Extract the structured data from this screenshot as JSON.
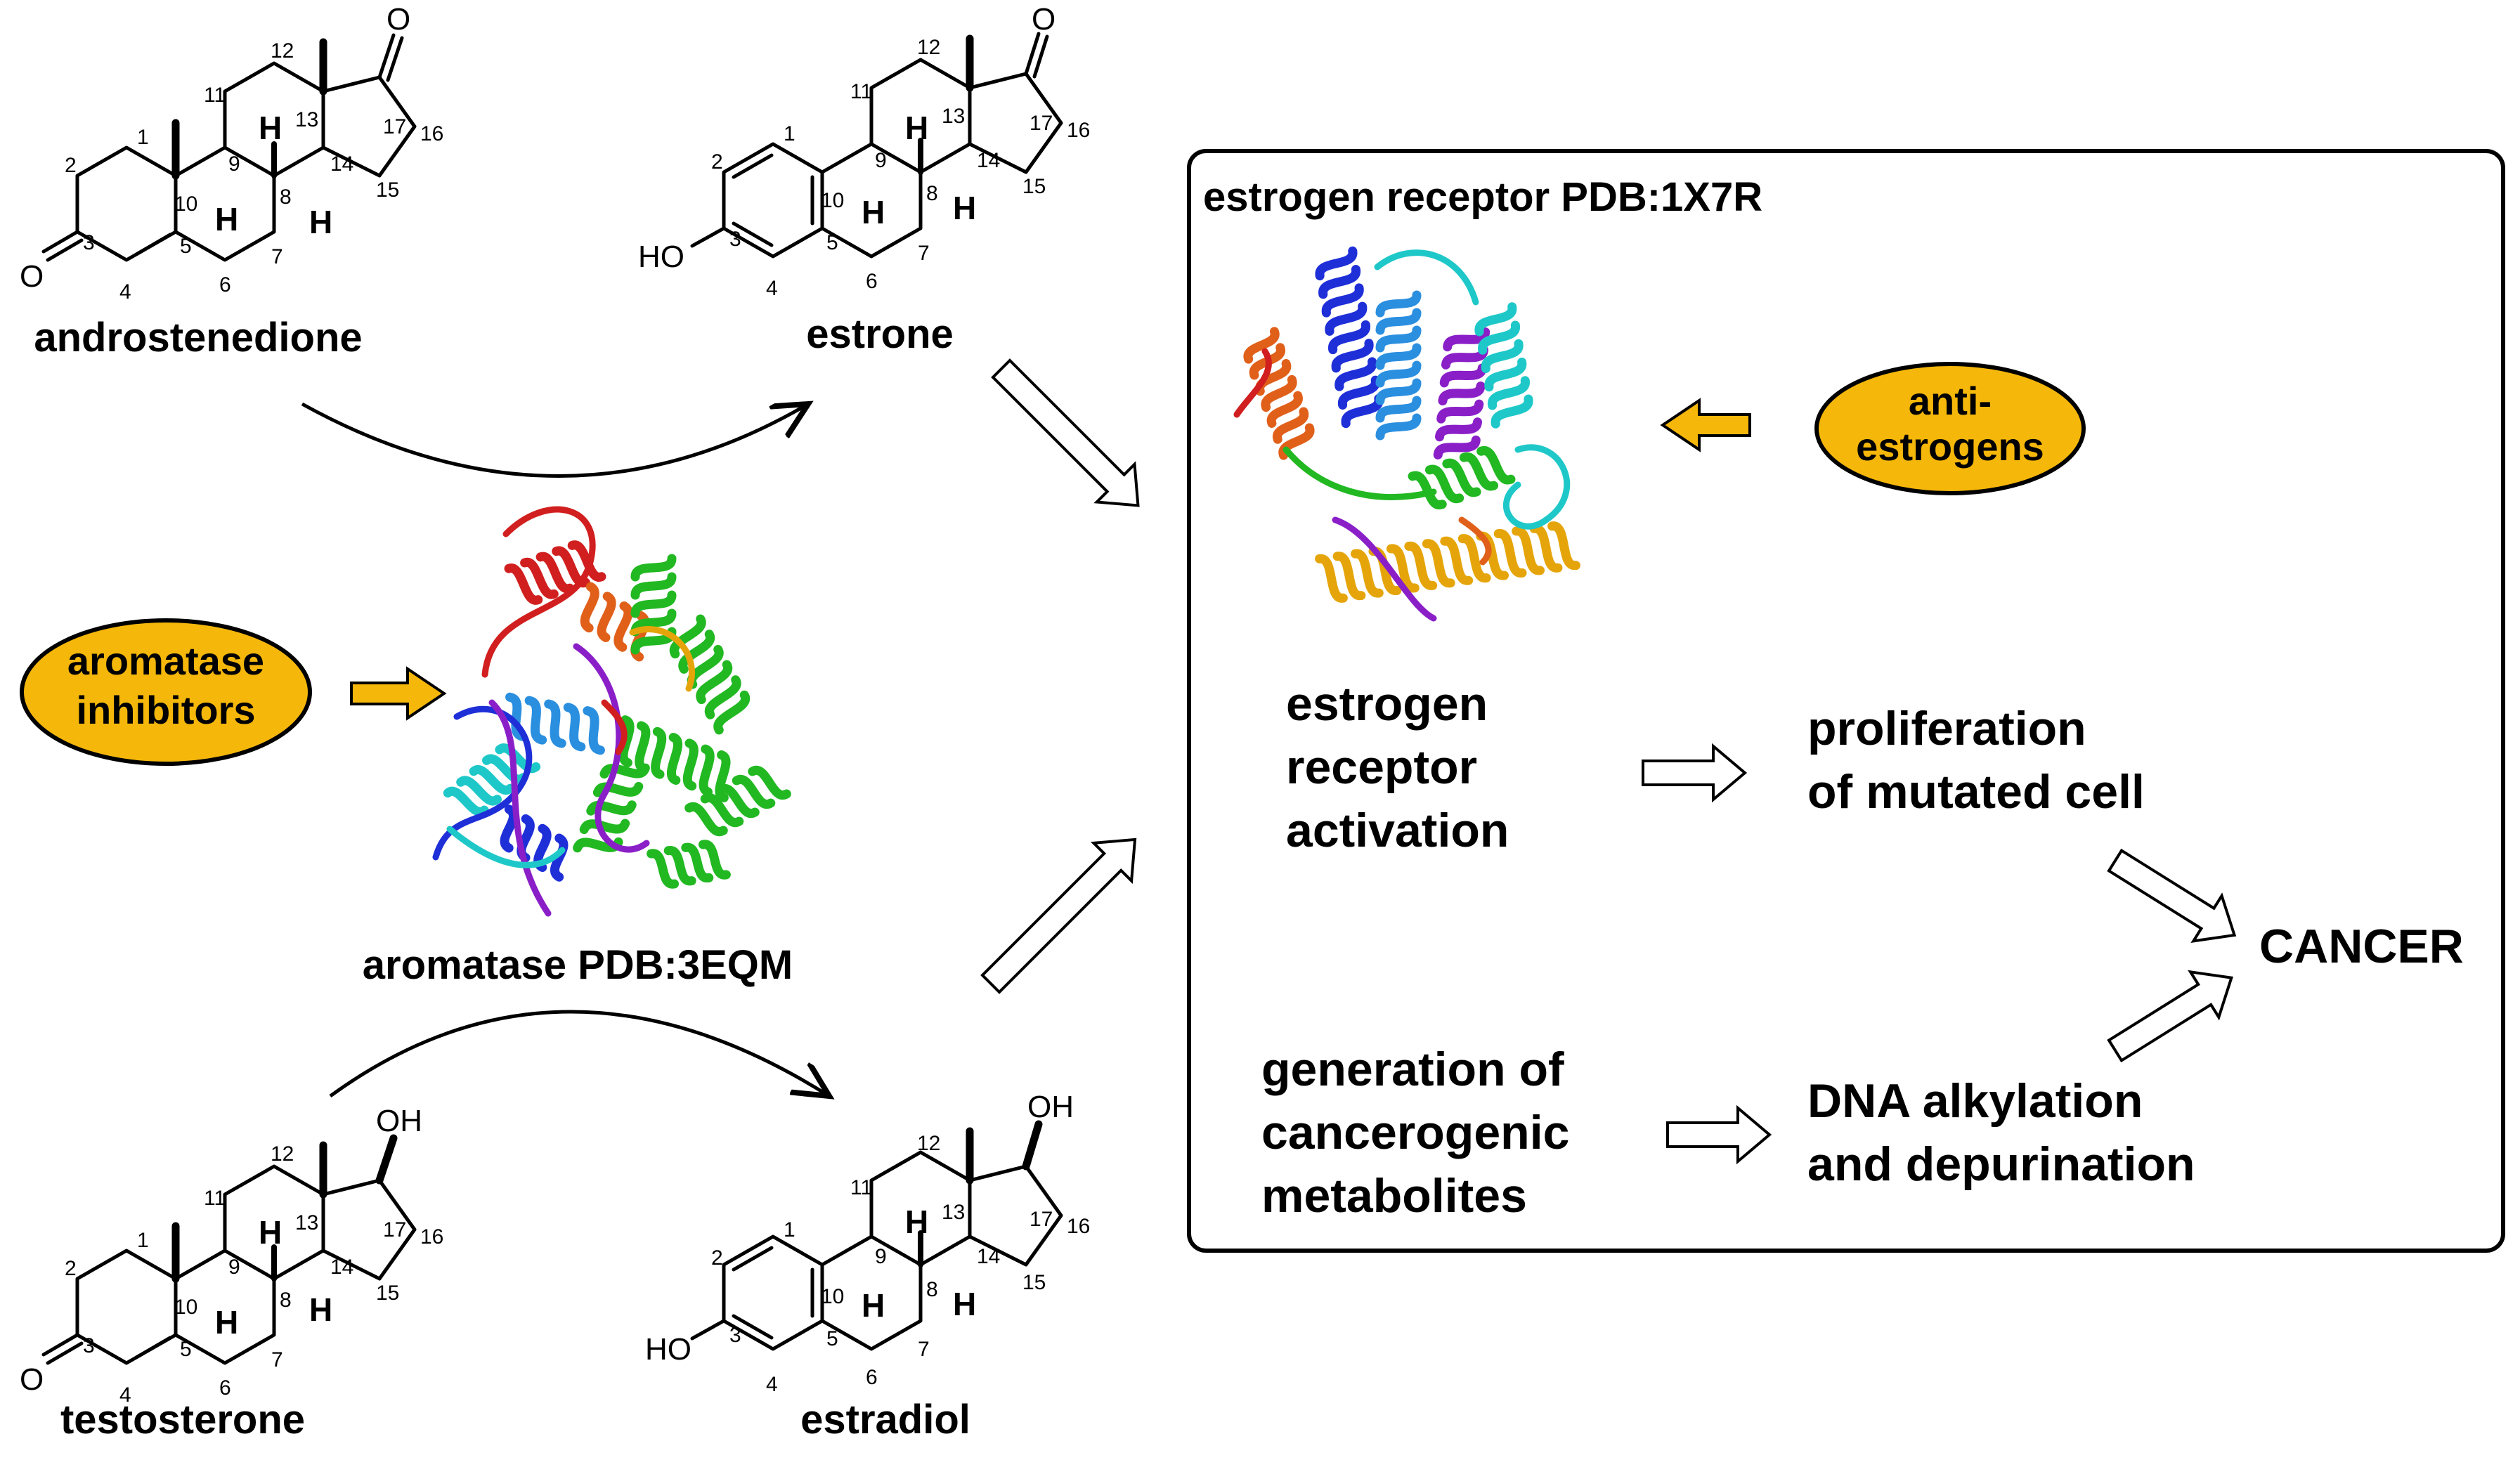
{
  "compounds": {
    "androstenedione": "androstenedione",
    "estrone": "estrone",
    "testosterone": "testosterone",
    "estradiol": "estradiol"
  },
  "atoms": {
    "oxygen": "O",
    "hydroxyl": "OH",
    "phenol": "HO",
    "hydrogen": "H"
  },
  "locants": [
    "1",
    "2",
    "3",
    "4",
    "5",
    "6",
    "7",
    "8",
    "9",
    "10",
    "11",
    "12",
    "13",
    "14",
    "15",
    "16",
    "17"
  ],
  "enzyme": {
    "label": "aromatase PDB:3EQM"
  },
  "inhibitors": {
    "line1": "aromatase",
    "line2": "inhibitors",
    "fill": "#F5B70A"
  },
  "receptor": {
    "label": "estrogen receptor PDB:1X7R"
  },
  "antiestrogens": {
    "line1": "anti-",
    "line2": "estrogens",
    "fill": "#F5B70A"
  },
  "steps": {
    "activation": [
      "estrogen",
      "receptor",
      "activation"
    ],
    "proliferation": [
      "proliferation",
      "of mutated cell"
    ],
    "metabolites": [
      "generation of",
      "cancerogenic",
      "metabolites"
    ],
    "alkylation": [
      "DNA alkylation",
      "and depurination"
    ]
  },
  "outcome": "CANCER",
  "protein_colors": [
    "#1f2fd8",
    "#2b8fe0",
    "#1fc8c8",
    "#22b822",
    "#e5a50a",
    "#e0601a",
    "#d11f1f",
    "#8a1fc8"
  ]
}
